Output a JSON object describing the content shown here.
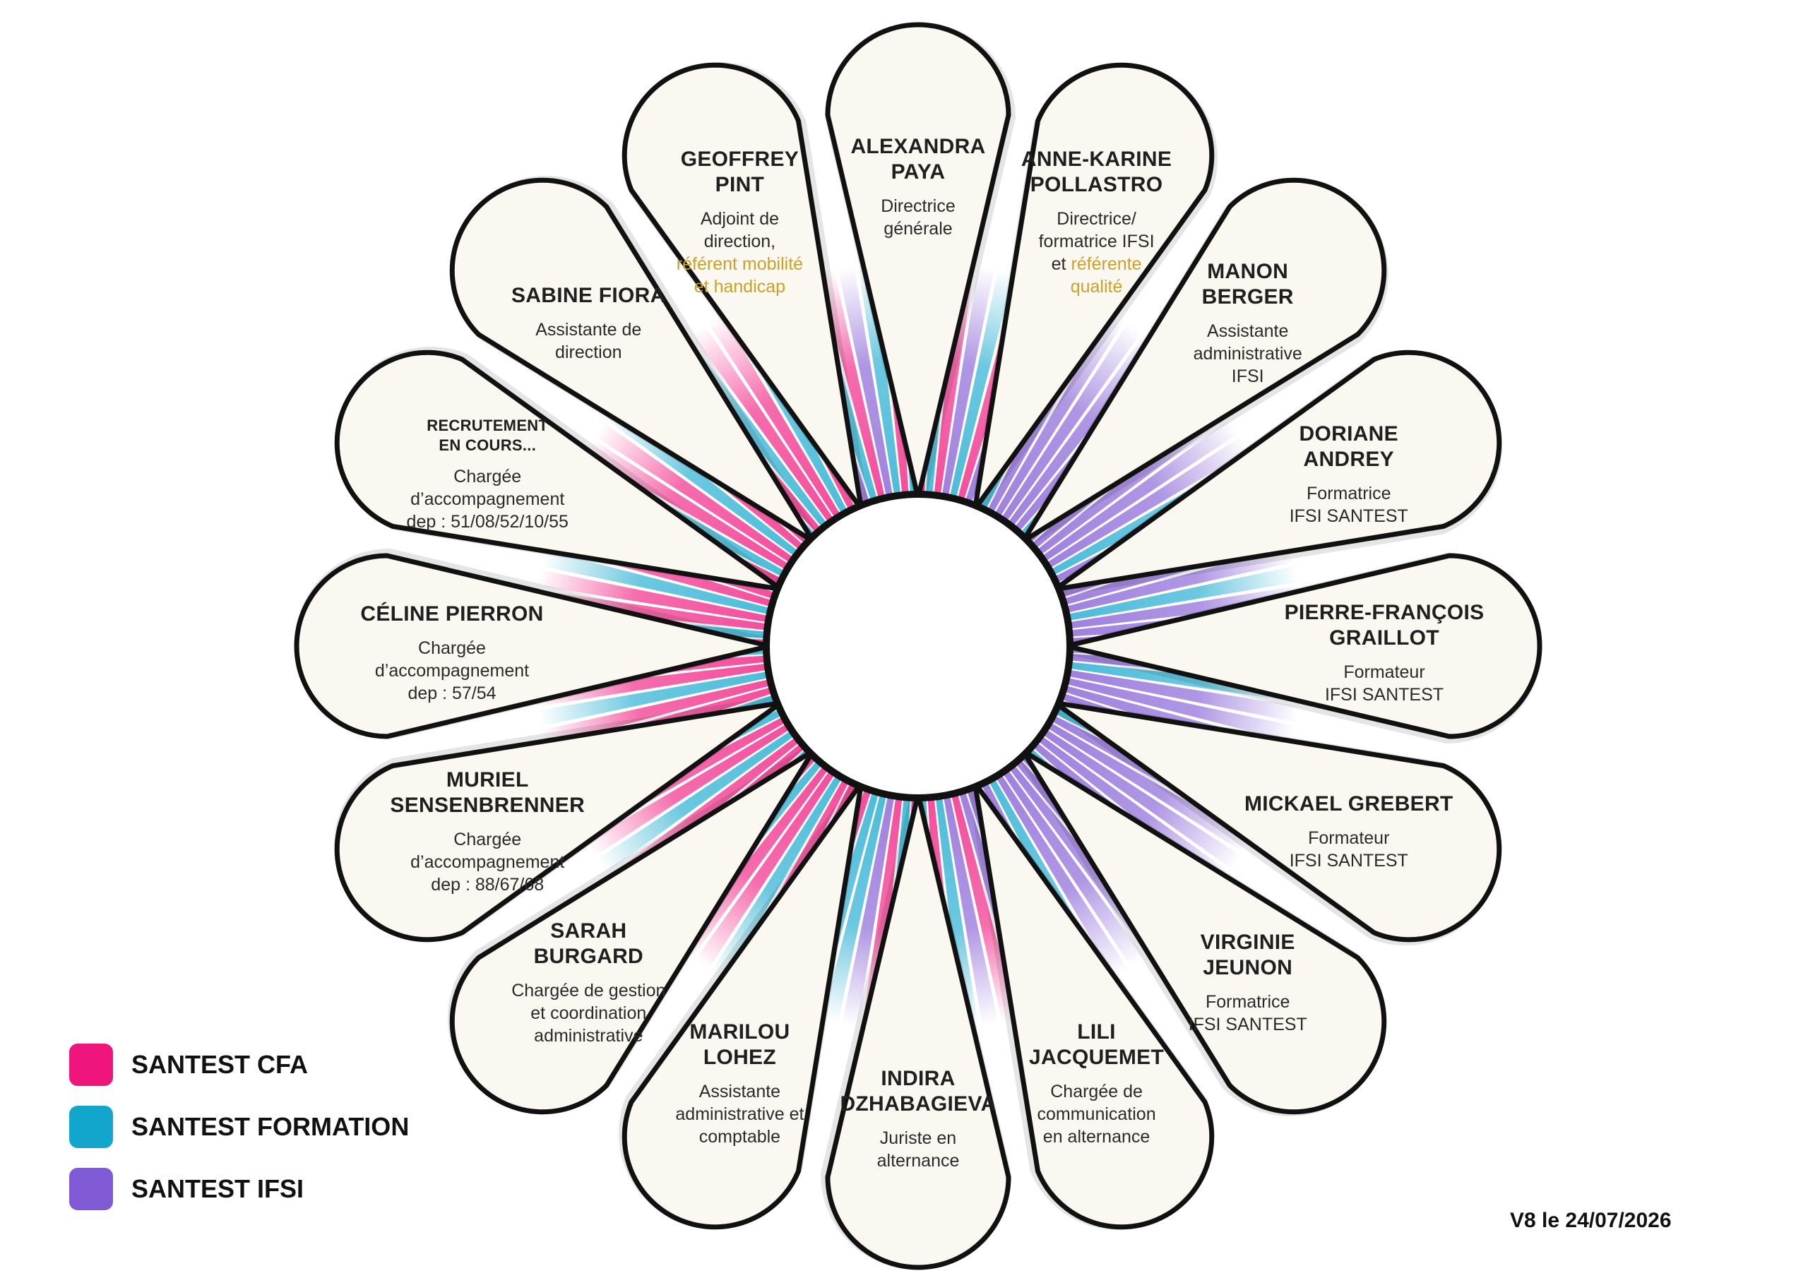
{
  "petals": [
    {
      "name": "ALEXANDRA\nPAYA",
      "role": "Directrice\ngénérale",
      "highlight": ""
    },
    {
      "name": "ANNE-KARINE\nPOLLASTRO",
      "role": "Directrice/\nformatrice IFSI\net",
      "highlight": "référente\nqualité"
    },
    {
      "name": "MANON\nBERGER",
      "role": "Assistante\nadministrative\nIFSI",
      "highlight": ""
    },
    {
      "name": "DORIANE\nANDREY",
      "role": "Formatrice\nIFSI SANTEST",
      "highlight": ""
    },
    {
      "name": "PIERRE-FRANÇOIS\nGRAILLOT",
      "role": "Formateur\nIFSI SANTEST",
      "highlight": ""
    },
    {
      "name": "MICKAEL GREBERT",
      "role": "Formateur\nIFSI SANTEST",
      "highlight": ""
    },
    {
      "name": "VIRGINIE\nJEUNON",
      "role": "Formatrice\nIFSI SANTEST",
      "highlight": ""
    },
    {
      "name": "LILI\nJACQUEMET",
      "role": "Chargée de\ncommunication\nen alternance",
      "highlight": ""
    },
    {
      "name": "INDIRA\nDZHABAGIEVA",
      "role": "Juriste en\nalternance",
      "highlight": ""
    },
    {
      "name": "MARILOU\nLOHEZ",
      "role": "Assistante\nadministrative et\ncomptable",
      "highlight": ""
    },
    {
      "name": "SARAH\nBURGARD",
      "role": "Chargée de gestion\net coordination\nadministrative",
      "highlight": ""
    },
    {
      "name": "MURIEL\nSENSENBRENNER",
      "role": "Chargée\nd’accompagnement\ndep : 88/67/68",
      "highlight": ""
    },
    {
      "name": "CÉLINE PIERRON",
      "role": "Chargée\nd’accompagnement\ndep : 57/54",
      "highlight": ""
    },
    {
      "name": "RECRUTEMENT\nEN COURS...",
      "role": "Chargée\nd’accompagnement\ndep : 51/08/52/10/55",
      "highlight": ""
    },
    {
      "name": "SABINE FIORA",
      "role": "Assistante de\ndirection",
      "highlight": ""
    },
    {
      "name": "GEOFFREY\nPINT",
      "role": "Adjoint de\ndirection,",
      "highlight": "référent mobilité\net handicap"
    }
  ],
  "legend": [
    {
      "label": "SANTEST CFA",
      "color": "#f0157c"
    },
    {
      "label": "SANTEST FORMATION",
      "color": "#13a6cd"
    },
    {
      "label": "SANTEST IFSI",
      "color": "#8059d4"
    }
  ],
  "version": "V8 le 24/07/2026",
  "colors": {
    "cfa": "#f0157c",
    "formation": "#13a6cd",
    "ifsi": "#8059d4",
    "highlight": "#c9a227"
  }
}
